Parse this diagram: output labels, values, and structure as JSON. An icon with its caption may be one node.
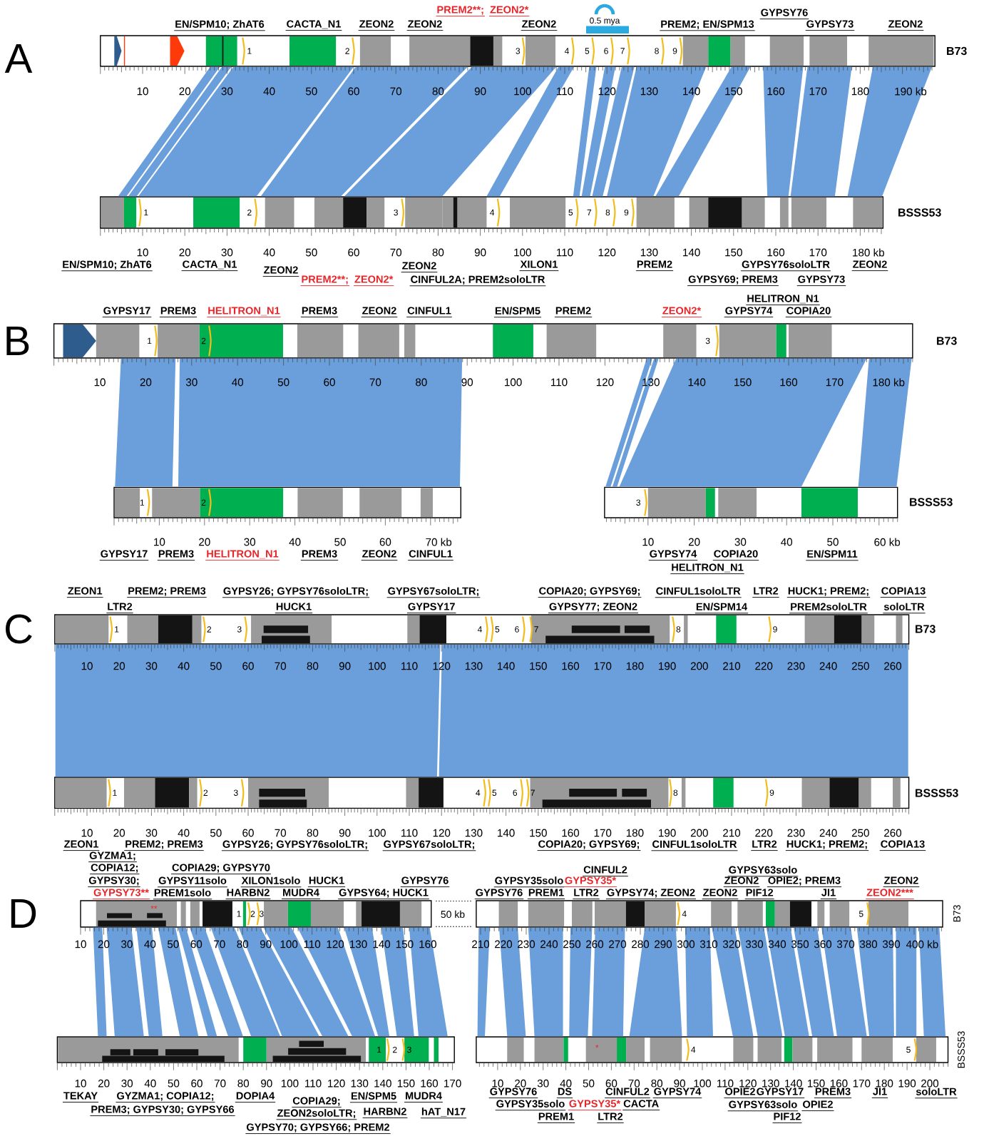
{
  "diagram": {
    "nodes": [
      {
        "text": [
          "1",
          "2",
          "3",
          "4",
          "5",
          "6",
          "7",
          "8",
          "9"
        ],
        "beside": [
          "B73"
        ]
      },
      {
        "text": [
          "1",
          "2",
          "3",
          "4",
          "5",
          "7",
          "8",
          "9"
        ],
        "beside": [
          "BSSS53"
        ]
      },
      {
        "text": [
          "1",
          "2",
          "3"
        ],
        "beside": [
          "B73"
        ]
      },
      {
        "text": [
          "1",
          "2"
        ]
      },
      {
        "text": [
          "3"
        ],
        "beside": [
          "BSSS53"
        ]
      },
      {
        "text": [
          "1",
          "2",
          "3",
          "4",
          "5",
          "6",
          "7",
          "8",
          "9"
        ],
        "beside": [
          "B73"
        ]
      },
      {
        "text": [
          "1",
          "2",
          "3",
          "4",
          "5",
          "6",
          "7",
          "8",
          "9"
        ],
        "beside": [
          "BSSS53"
        ]
      },
      {
        "text": [
          "**",
          "1",
          "2",
          "3"
        ]
      },
      {
        "text": [
          "4",
          "5"
        ],
        "beside": [
          "B73"
        ]
      },
      {
        "text": [
          "1",
          "2",
          "3"
        ]
      },
      {
        "text": [
          "*",
          "4",
          "5"
        ],
        "beside": [
          "BSSS53"
        ]
      }
    ],
    "edges": [
      {
        "from": 0,
        "to": 1,
        "arrow": "none"
      },
      {
        "from": 0,
        "to": 1,
        "arrow": "none"
      },
      {
        "from": 0,
        "to": 1,
        "arrow": "none"
      },
      {
        "from": 0,
        "to": 1,
        "arrow": "none"
      },
      {
        "from": 0,
        "to": 1,
        "arrow": "none"
      },
      {
        "from": 0,
        "to": 1,
        "arrow": "none"
      },
      {
        "from": 0,
        "to": 1,
        "arrow": "none"
      },
      {
        "from": 0,
        "to": 1,
        "arrow": "none"
      },
      {
        "from": 0,
        "to": 1,
        "arrow": "none"
      },
      {
        "from": 0,
        "to": 1,
        "arrow": "none"
      },
      {
        "from": 0,
        "to": 1,
        "arrow": "none"
      },
      {
        "from": 0,
        "to": 1,
        "arrow": "none"
      },
      {
        "from": 0,
        "to": 1,
        "arrow": "none"
      },
      {
        "from": 0,
        "to": 1,
        "arrow": "none"
      },
      {
        "from": 2,
        "to": 3,
        "arrow": "none"
      },
      {
        "from": 2,
        "to": 3,
        "arrow": "none"
      },
      {
        "from": 2,
        "to": 4,
        "arrow": "none"
      },
      {
        "from": 2,
        "to": 4,
        "arrow": "none"
      },
      {
        "from": 2,
        "to": 4,
        "arrow": "none"
      },
      {
        "from": 2,
        "to": 4,
        "arrow": "none"
      },
      {
        "from": 5,
        "to": 6,
        "arrow": "none"
      },
      {
        "from": 5,
        "to": 6,
        "arrow": "none"
      },
      {
        "from": 7,
        "to": 9,
        "arrow": "none"
      },
      {
        "from": 7,
        "to": 9,
        "arrow": "none"
      },
      {
        "from": 7,
        "to": 9,
        "arrow": "none"
      },
      {
        "from": 7,
        "to": 9,
        "arrow": "none"
      },
      {
        "from": 7,
        "to": 9,
        "arrow": "none"
      },
      {
        "from": 7,
        "to": 9,
        "arrow": "none"
      },
      {
        "from": 7,
        "to": 9,
        "arrow": "none"
      },
      {
        "from": 7,
        "to": 9,
        "arrow": "none"
      },
      {
        "from": 7,
        "to": 9,
        "arrow": "none"
      },
      {
        "from": 7,
        "to": 9,
        "arrow": "none"
      },
      {
        "from": 7,
        "to": 9,
        "arrow": "none"
      },
      {
        "from": 7,
        "to": 9,
        "arrow": "none"
      },
      {
        "from": 7,
        "to": 9,
        "arrow": "none"
      },
      {
        "from": 8,
        "to": 10,
        "arrow": "none"
      },
      {
        "from": 8,
        "to": 10,
        "arrow": "none"
      },
      {
        "from": 8,
        "to": 10,
        "arrow": "none"
      },
      {
        "from": 8,
        "to": 10,
        "arrow": "none"
      },
      {
        "from": 8,
        "to": 10,
        "arrow": "none"
      },
      {
        "from": 8,
        "to": 10,
        "arrow": "none"
      },
      {
        "from": 8,
        "to": 10,
        "arrow": "none"
      },
      {
        "from": 8,
        "to": 10,
        "arrow": "none"
      },
      {
        "from": 8,
        "to": 10,
        "arrow": "none"
      },
      {
        "from": 8,
        "to": 10,
        "arrow": "none"
      },
      {
        "from": 8,
        "to": 10,
        "arrow": "none"
      },
      {
        "from": 8,
        "to": 10,
        "arrow": "none"
      },
      {
        "from": 8,
        "to": 10,
        "arrow": "none"
      },
      {
        "from": 8,
        "to": 10,
        "arrow": "none"
      },
      {
        "from": 8,
        "to": 10,
        "arrow": "none"
      }
    ],
    "labels": [
      "A",
      "PREM2**;",
      "ZEON2*",
      "GYPSY76",
      "EN/SPM10; ZhAT6",
      "CACTA_N1",
      "ZEON2",
      "ZEON2",
      "ZEON2",
      "0.5 mya",
      "PREM2; EN/SPM13",
      "GYPSY73",
      "ZEON2",
      "10",
      "20",
      "30",
      "40",
      "50",
      "60",
      "70",
      "80",
      "90",
      "100",
      "110",
      "120",
      "130",
      "140",
      "150",
      "160",
      "170",
      "180",
      "190 kb",
      "10",
      "20",
      "30",
      "40",
      "50",
      "60",
      "70",
      "80",
      "90",
      "100",
      "110",
      "120",
      "130",
      "140",
      "150",
      "160",
      "170",
      "180 kb",
      "EN/SPM10; ZhAT6",
      "CACTA_N1",
      "ZEON2",
      "ZEON2",
      "XILON1",
      "PREM2",
      "GYPSY76soloLTR",
      "ZEON2",
      "PREM2**;",
      "ZEON2*",
      "CINFUL2A; PREM2soloLTR",
      "GYPSY69; PREM3",
      "GYPSY73",
      "B",
      "HELITRON_N1",
      "GYPSY17",
      "PREM3",
      "HELITRON_N1",
      "PREM3",
      "ZEON2",
      "CINFUL1",
      "EN/SPM5",
      "PREM2",
      "ZEON2*",
      "GYPSY74",
      "COPIA20",
      "10",
      "20",
      "30",
      "40",
      "50",
      "60",
      "70",
      "80",
      "90",
      "100",
      "110",
      "120",
      "130",
      "140",
      "150",
      "160",
      "170",
      "180 kb",
      "10",
      "20",
      "30",
      "40",
      "50",
      "60",
      "70 kb",
      "10",
      "20",
      "30",
      "40",
      "50",
      "60 kb",
      "GYPSY17",
      "PREM3",
      "HELITRON_N1",
      "PREM3",
      "ZEON2",
      "CINFUL1",
      "GYPSY74",
      "COPIA20",
      "EN/SPM11",
      "HELITRON_N1",
      "C",
      "ZEON1",
      "PREM2; PREM3",
      "GYPSY26; GYPSY76soloLTR;",
      "GYPSY67soloLTR;",
      "COPIA20; GYPSY69;",
      "CINFUL1soloLTR",
      "LTR2",
      "HUCK1; PREM2;",
      "COPIA13",
      "LTR2",
      "HUCK1",
      "GYPSY17",
      "GYPSY77; ZEON2",
      "EN/SPM14",
      "PREM2soloLTR",
      "soloLTR",
      "10",
      "20",
      "30",
      "40",
      "50",
      "60",
      "70",
      "80",
      "90",
      "100",
      "110",
      "120",
      "130",
      "140",
      "150",
      "160",
      "170",
      "180",
      "190",
      "200",
      "210",
      "220",
      "230",
      "240",
      "250",
      "260",
      "10",
      "20",
      "30",
      "40",
      "50",
      "60",
      "70",
      "80",
      "90",
      "100",
      "110",
      "120",
      "130",
      "140",
      "150",
      "160",
      "170",
      "180",
      "190",
      "200",
      "210",
      "220",
      "230",
      "240",
      "250",
      "260",
      "ZEON1",
      "PREM2; PREM3",
      "GYPSY26; GYPSY76soloLTR;",
      "GYPSY67soloLTR;",
      "COPIA20; GYPSY69;",
      "CINFUL1soloLTR",
      "LTR2",
      "HUCK1; PREM2;",
      "COPIA13",
      "D",
      "GYZMA1;",
      "COPIA12;",
      "COPIA29; GYPSY70",
      "CINFUL2",
      "GYPSY63solo",
      "GYPSY30;",
      "GYPSY11solo",
      "XILON1solo",
      "HUCK1",
      "GYPSY76",
      "GYPSY35solo",
      "GYPSY35*",
      "ZEON2",
      "OPIE2; PREM3",
      "ZEON2",
      "GYPSY73**",
      "PREM1solo",
      "HARBN2",
      "MUDR4",
      "GYPSY64; HUCK1",
      "GYPSY76",
      "PREM1",
      "LTR2",
      "GYPSY74; ZEON2",
      "ZEON2",
      "PIF12",
      "JI1",
      "ZEON2***",
      "50 kb",
      "10",
      "20",
      "30",
      "40",
      "50",
      "60",
      "70",
      "80",
      "90",
      "100",
      "110",
      "120",
      "130",
      "140",
      "150",
      "160",
      "210",
      "220",
      "230",
      "240",
      "250",
      "260",
      "270",
      "280",
      "290",
      "300",
      "310",
      "320",
      "330",
      "340",
      "350",
      "360",
      "370",
      "380",
      "390",
      "400 kb",
      "10",
      "20",
      "30",
      "40",
      "50",
      "60",
      "70",
      "80",
      "90",
      "100",
      "110",
      "120",
      "130",
      "140",
      "150",
      "160",
      "170",
      "10",
      "20",
      "30",
      "40",
      "50",
      "60",
      "70",
      "80",
      "90",
      "100",
      "110",
      "120",
      "130",
      "140",
      "150",
      "160",
      "170",
      "180",
      "190",
      "200",
      "TEKAY",
      "GYZMA1; COPIA12;",
      "DOPIA4",
      "EN/SPM5",
      "MUDR4",
      "GYPSY76",
      "DS",
      "CINFUL2",
      "GYPSY74",
      "OPIE2",
      "GYPSY17",
      "PREM3",
      "JI1",
      "soloLTR",
      "COPIA29;",
      "GYPSY35solo",
      "GYPSY35*",
      "CACTA",
      "GYPSY63solo",
      "OPIE2",
      "PREM3; GYPSY30; GYPSY66",
      "ZEON2soloLTR;",
      "HARBN2",
      "hAT_N17",
      "PREM1",
      "LTR2",
      "PIF12",
      "GYPSY70; GYPSY66; PREM2"
    ]
  }
}
